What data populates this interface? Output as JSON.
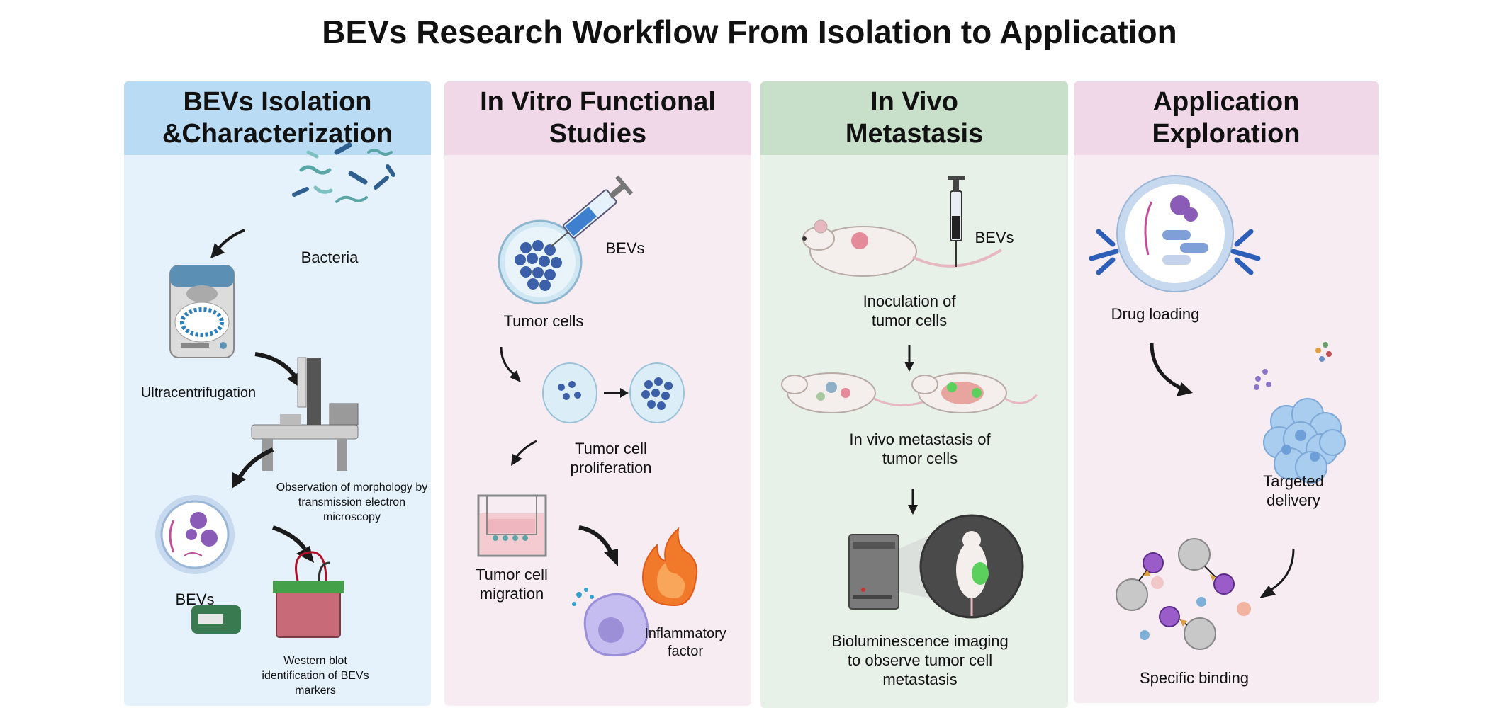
{
  "title": "BEVs Research Workflow From Isolation to Application",
  "panels": [
    {
      "heading": "BEVs Isolation\n&Characterization",
      "header_color": "#b9dcf4",
      "body_color": "#e6f2fb",
      "labels": {
        "bacteria": "Bacteria",
        "ultracentrifugation": "Ultracentrifugation",
        "tem": "Observation of morphology by\ntransmission electron\nmicroscopy",
        "bevs": "BEVs",
        "western": "Western blot\nidentification of BEVs\nmarkers"
      }
    },
    {
      "heading": "In Vitro Functional\nStudies",
      "header_color": "#f0d8e9",
      "body_color": "#f8ecf3",
      "labels": {
        "bevs": "BEVs",
        "tumor_cells": "Tumor cells",
        "proliferation": "Tumor cell\nproliferation",
        "migration": "Tumor cell\nmigration",
        "inflammatory": "Inflammatory\nfactor"
      }
    },
    {
      "heading": "In Vivo\nMetastasis",
      "header_color": "#c8dfca",
      "body_color": "#e7f1e8",
      "labels": {
        "bevs": "BEVs",
        "inoculation": "Inoculation of\ntumor cells",
        "metastasis": "In vivo metastasis of\ntumor cells",
        "bioluminescence": "Bioluminescence imaging\nto observe tumor cell\nmetastasis"
      }
    },
    {
      "heading": "Application\nExploration",
      "header_color": "#f0d8e9",
      "body_color": "#f8ecf3",
      "labels": {
        "drug_loading": "Drug loading",
        "targeted": "Targeted\ndelivery",
        "binding": "Specific binding"
      }
    }
  ],
  "icons": [
    "bacteria-icon",
    "centrifuge-icon",
    "electron-microscope-icon",
    "vesicle-icon",
    "western-blot-icon",
    "petri-dish-icon",
    "syringe-icon",
    "transwell-icon",
    "macrophage-icon",
    "flame-icon",
    "mouse-icon",
    "imaging-system-icon",
    "loaded-vesicle-icon",
    "tumor-cluster-icon",
    "binding-icon"
  ],
  "colors": {
    "arrow": "#1a1a1a",
    "cell_blue": "#3b5fa8",
    "vesicle_purple": "#9b72c0"
  }
}
